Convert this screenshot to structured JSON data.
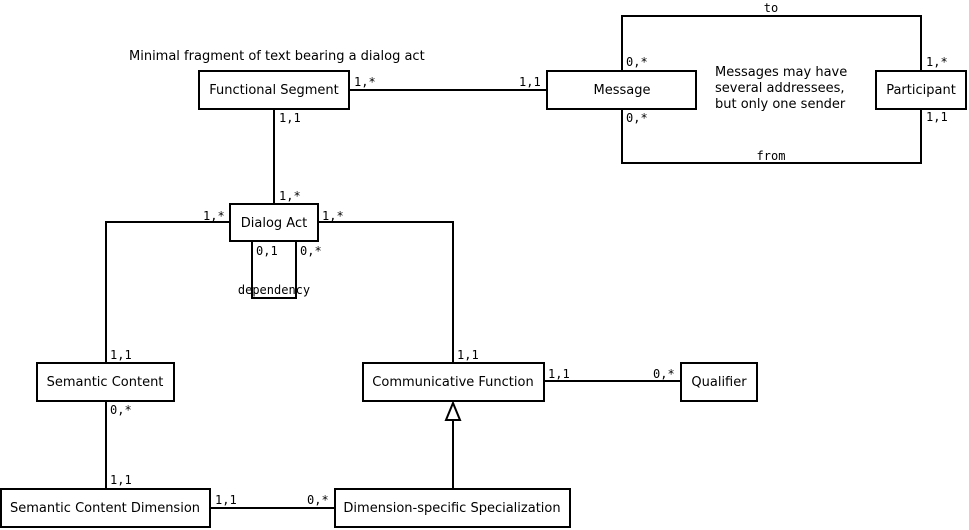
{
  "notes": {
    "functional_segment": "Minimal fragment of text bearing a dialog act",
    "message_line1": "Messages may have",
    "message_line2": "several addressees,",
    "message_line3": "but only one sender"
  },
  "classes": {
    "functional_segment": "Functional Segment",
    "message": "Message",
    "participant": "Participant",
    "dialog_act": "Dialog Act",
    "semantic_content": "Semantic Content",
    "communicative_function": "Communicative Function",
    "qualifier": "Qualifier",
    "semantic_content_dimension": "Semantic Content Dimension",
    "dimension_specific_specialization": "Dimension-specific Specialization"
  },
  "associations": {
    "segment_message": {
      "segment_end": "1,*",
      "message_end": "1,1"
    },
    "message_participant_to": {
      "role": "to",
      "message_end": "0,*",
      "participant_end": "1,*"
    },
    "message_participant_from": {
      "role": "from",
      "message_end": "0,*",
      "participant_end": "1,1"
    },
    "segment_dialog_act": {
      "segment_end": "1,1",
      "act_end": "1,*"
    },
    "dialog_act_semantic_content": {
      "act_end": "1,*",
      "content_end": "1,1"
    },
    "dialog_act_function": {
      "act_end": "1,*",
      "function_end": "1,1"
    },
    "dialog_act_dependency": {
      "role": "dependency",
      "left_end": "0,1",
      "right_end": "0,*"
    },
    "function_qualifier": {
      "function_end": "1,1",
      "qualifier_end": "0,*"
    },
    "content_dimension": {
      "content_end": "0,*",
      "dimension_end": "1,1"
    },
    "dimension_specialization": {
      "dimension_end": "1,1",
      "specialization_end": "0,*"
    }
  }
}
